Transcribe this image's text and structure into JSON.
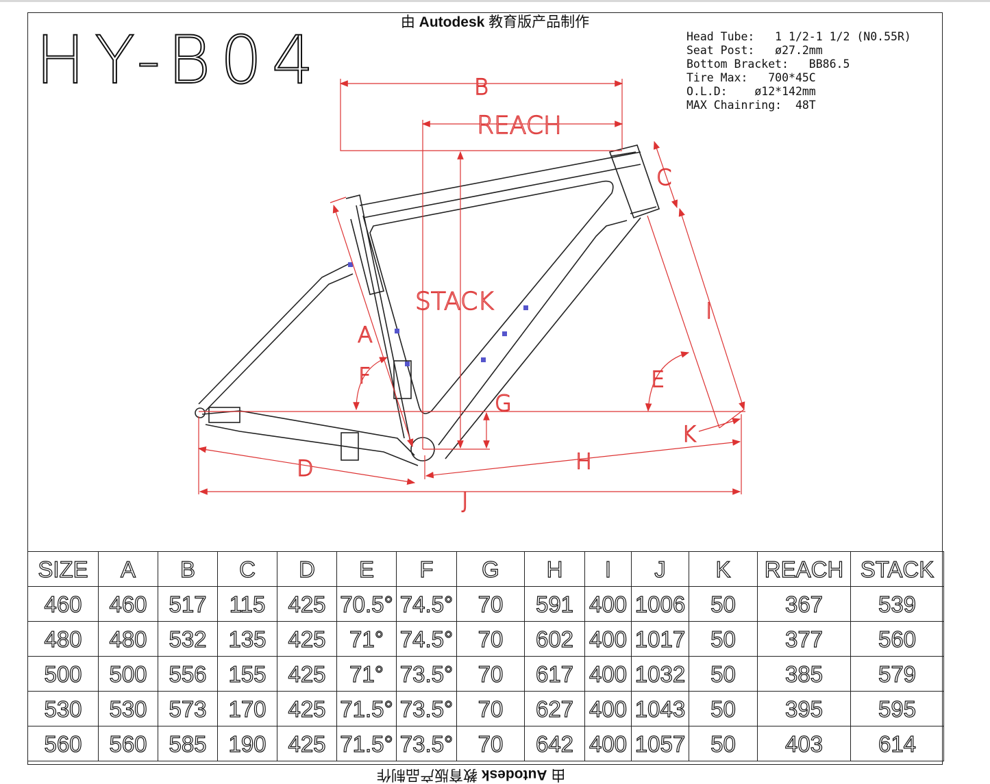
{
  "watermark": {
    "prefix": "由 ",
    "brand": "Autodesk",
    "suffix": " 教育版产品制作"
  },
  "model": "HY-B04",
  "specs": [
    "Head Tube:   1 1/2-1 1/2 (N0.55R)",
    "Seat Post:   ø27.2mm",
    "Bottom Bracket:   BB86.5",
    "Tire Max:   700*45C",
    "O.L.D:    ø12*142mm",
    "MAX Chainring:  48T"
  ],
  "dimensions": {
    "A": "A",
    "B": "B",
    "C": "C",
    "D": "D",
    "E": "E",
    "F": "F",
    "G": "G",
    "H": "H",
    "I": "I",
    "J": "J",
    "K": "K",
    "reach": "REACH",
    "stack": "STACK"
  },
  "colors": {
    "dimension": "#dd3333",
    "frame": "#222222",
    "bolt": "#4444cc"
  },
  "table": {
    "headers": [
      "SIZE",
      "A",
      "B",
      "C",
      "D",
      "E",
      "F",
      "G",
      "H",
      "I",
      "J",
      "K",
      "REACH",
      "STACK"
    ],
    "rows": [
      [
        "460",
        "460",
        "517",
        "115",
        "425",
        "70.5°",
        "74.5°",
        "70",
        "591",
        "400",
        "1006",
        "50",
        "367",
        "539"
      ],
      [
        "480",
        "480",
        "532",
        "135",
        "425",
        "71°",
        "74.5°",
        "70",
        "602",
        "400",
        "1017",
        "50",
        "377",
        "560"
      ],
      [
        "500",
        "500",
        "556",
        "155",
        "425",
        "71°",
        "73.5°",
        "70",
        "617",
        "400",
        "1032",
        "50",
        "385",
        "579"
      ],
      [
        "530",
        "530",
        "573",
        "170",
        "425",
        "71.5°",
        "73.5°",
        "70",
        "627",
        "400",
        "1043",
        "50",
        "395",
        "595"
      ],
      [
        "560",
        "560",
        "585",
        "190",
        "425",
        "71.5°",
        "73.5°",
        "70",
        "642",
        "400",
        "1057",
        "50",
        "403",
        "614"
      ]
    ]
  }
}
